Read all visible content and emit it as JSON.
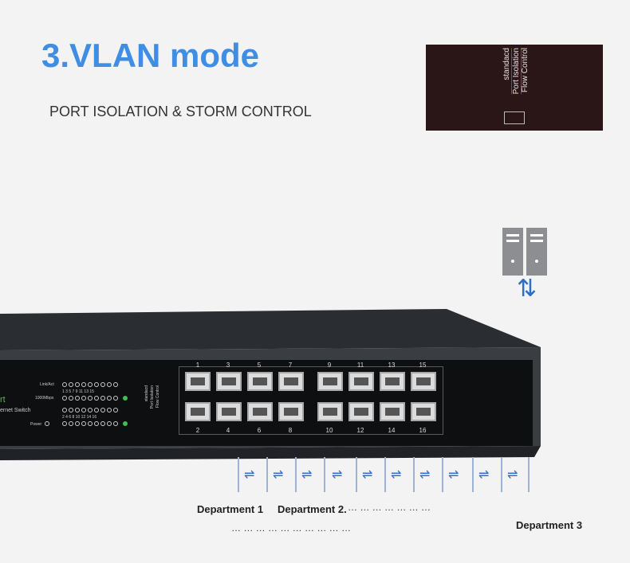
{
  "header": {
    "title": "3.VLAN mode",
    "subtitle": "PORT ISOLATION & STORM  CONTROL"
  },
  "dip_switch": {
    "labels": [
      "standacd",
      "Port Isolation",
      "Flow Control"
    ],
    "highlighted_index": 1
  },
  "switch_panel": {
    "brand_fragment": "rt",
    "model_fragment": "ernet Switch",
    "led_labels": {
      "link": "Link/Act",
      "speed": "1000Mbps",
      "power": "Power"
    },
    "led_numbers_top": "1  3  5  7  9  11 13 15",
    "led_numbers_bottom": "2  4  6  8  10 12 14 16",
    "dip_labels": [
      "standacd",
      "Port Isolation",
      "Flow Control"
    ],
    "ports_top": [
      "1",
      "3",
      "5",
      "7",
      "9",
      "11",
      "13",
      "15"
    ],
    "ports_bottom": [
      "2",
      "4",
      "6",
      "8",
      "10",
      "12",
      "14",
      "16"
    ]
  },
  "isolation_symbol": "⇌",
  "server_arrows": "⇅",
  "departments": {
    "dept1": "Department 1",
    "dept2": "Department 2.",
    "dept3": "Department 3",
    "row1_dots": "…  …  …  …  …  …  …",
    "row2_dots": "…  …  …  …  …  …  …  …  …  …"
  },
  "colors": {
    "title_blue": "#3f8ee3",
    "isolation_blue": "#2e6fcf",
    "isolation_red": "#e02020"
  }
}
